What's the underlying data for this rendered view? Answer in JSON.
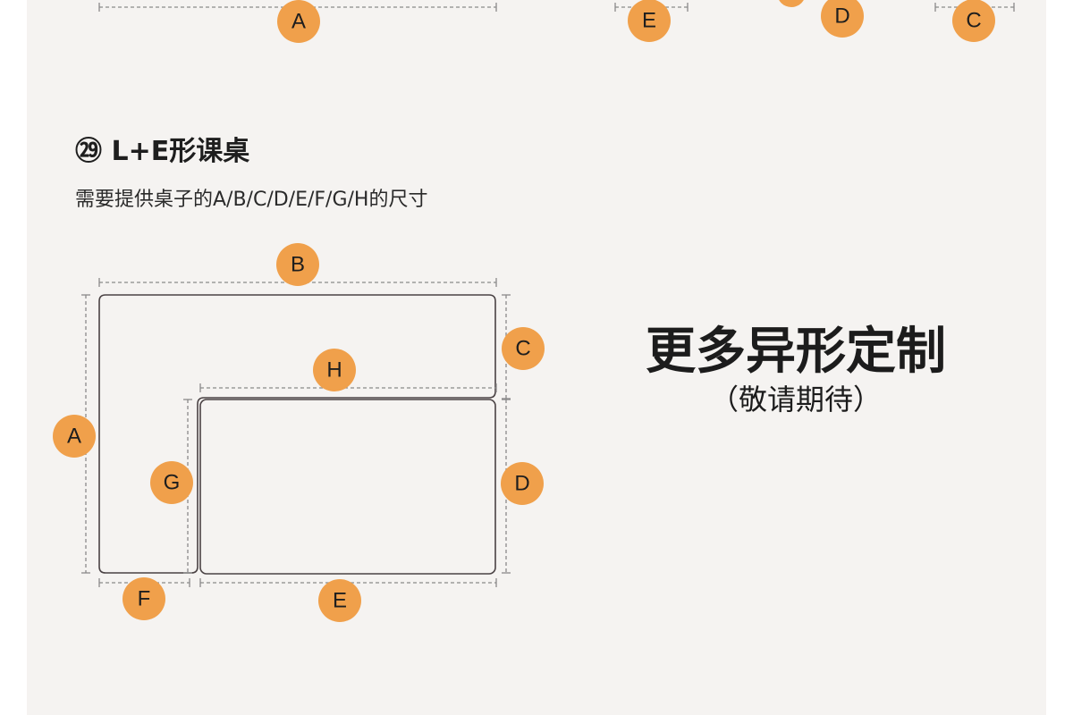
{
  "diagram": {
    "number": "㉙",
    "title": "L+E形课桌",
    "subtitle": "需要提供桌子的A/B/C/D/E/F/G/H的尺寸"
  },
  "top_labels": [
    "A",
    "E",
    "D",
    "C"
  ],
  "labels": {
    "a": "A",
    "b": "B",
    "c": "C",
    "d": "D",
    "e": "E",
    "f": "F",
    "g": "G",
    "h": "H"
  },
  "promo": {
    "title": "更多异形定制",
    "subtitle": "（敬请期待）"
  },
  "colors": {
    "badge": "#f0a04b",
    "outline": "#4a4244",
    "dim_line": "#8a8a8a",
    "panel": "#f5f3f1"
  }
}
